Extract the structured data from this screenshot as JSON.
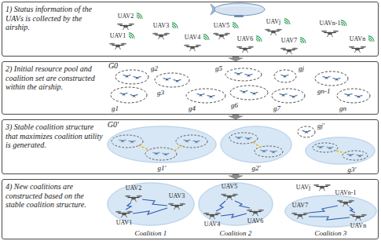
{
  "diagram": {
    "nodes": [
      {
        "text": [
          "1) Status information of the UAVs is collected by the airship."
        ]
      },
      {
        "text": [
          "2) Initial resource pool and coalition set are constructed within the airship."
        ]
      },
      {
        "text": [
          "g1"
        ],
        "in": 1
      },
      {
        "text": [
          "g2"
        ],
        "in": 1
      },
      {
        "text": [
          "g3"
        ],
        "in": 1
      },
      {
        "text": [
          "g4"
        ],
        "in": 1
      },
      {
        "text": [
          "g5"
        ],
        "in": 1
      },
      {
        "text": [
          "g6"
        ],
        "in": 1
      },
      {
        "text": [
          "gj"
        ],
        "in": 1
      },
      {
        "text": [
          "g7"
        ],
        "in": 1
      },
      {
        "text": [
          "gn-1"
        ],
        "in": 1
      },
      {
        "text": [
          "gn"
        ],
        "in": 1
      },
      {
        "text": [
          "3) Stable coalition structure that maximizes coalition utility is generated."
        ]
      },
      {
        "text": [
          "g1'"
        ],
        "in": 12
      },
      {
        "text": [
          "g2'"
        ],
        "in": 12
      },
      {
        "text": [
          "gj'"
        ],
        "in": 12
      },
      {
        "text": [
          "g3'"
        ],
        "in": 12
      },
      {
        "text": [
          "4) New coalitions are constructed based on the stable coalition structure."
        ]
      },
      {
        "text": [
          "Coalition 1"
        ],
        "in": 17
      },
      {
        "text": [
          "Coalition 2"
        ],
        "in": 17
      },
      {
        "text": [
          "Coalition 3"
        ],
        "in": 17
      }
    ],
    "edges": [
      {
        "from": 0,
        "to": 1,
        "arrow": "to"
      },
      {
        "from": 1,
        "to": 12,
        "arrow": "to"
      },
      {
        "from": 12,
        "to": 17,
        "arrow": "to"
      }
    ],
    "labels": [
      "UAV2",
      "UAV1",
      "UAV3",
      "UAV4",
      "UAV5",
      "UAV6",
      "UAVj",
      "UAV7",
      "UAVn-1",
      "UAVn",
      "G0",
      "G0'",
      "UAV2",
      "UAV1",
      "UAV3",
      "UAV5",
      "UAV4",
      "UAV6",
      "UAVj",
      "UAV7",
      "UAVn-1",
      "UAVn"
    ]
  }
}
